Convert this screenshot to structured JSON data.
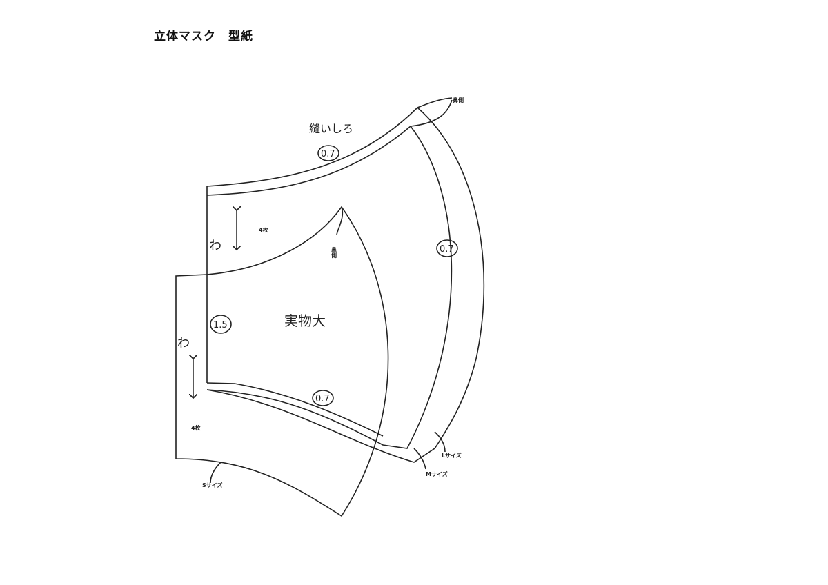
{
  "title": "立体マスク　型紙",
  "labels": {
    "seam_allowance": "縫いしろ",
    "seam_top": "0.7",
    "seam_right": "0.7",
    "seam_bottom": "0.7",
    "seam_left": "1.5",
    "actual_size": "実物大",
    "fold_top": "わ",
    "fold_bottom": "わ",
    "count_top": "4枚",
    "count_bottom": "4枚",
    "nose_side_top": "鼻側",
    "nose_side_inner": "鼻側",
    "size_s": "Sサイズ",
    "size_m": "Mサイズ",
    "size_l": "Lサイズ"
  }
}
